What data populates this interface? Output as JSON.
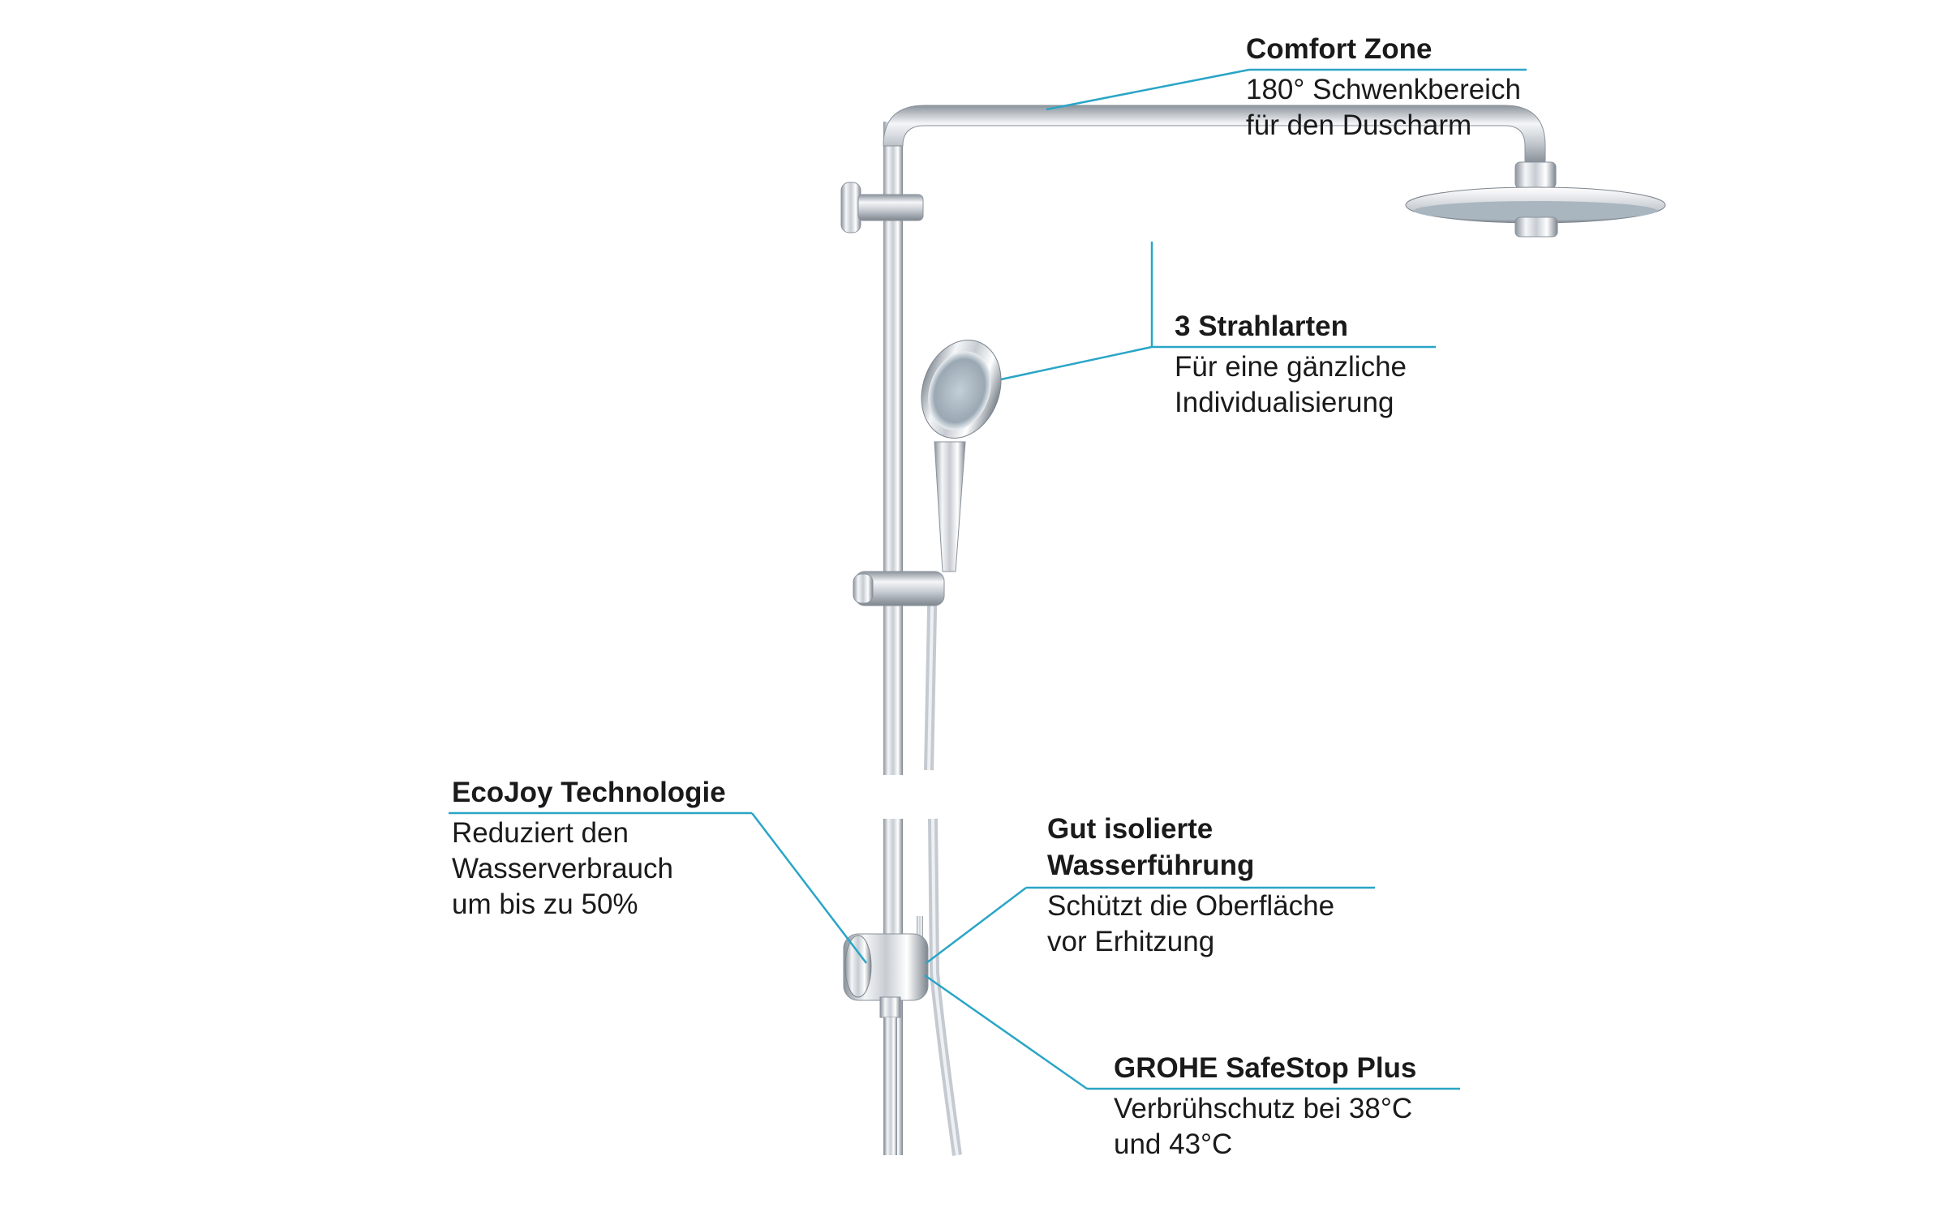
{
  "colors": {
    "accent": "#29a5c6"
  },
  "callouts": {
    "comfort_zone": {
      "title": "Comfort Zone",
      "lines": [
        "180° Schwenkbereich",
        "für den Duscharm"
      ]
    },
    "strahlarten": {
      "title": "3 Strahlarten",
      "lines": [
        "Für eine gänzliche",
        "Individualisierung"
      ]
    },
    "ecojoy": {
      "title": "EcoJoy Technologie",
      "lines": [
        "Reduziert den",
        "Wasserverbrauch",
        "um bis zu 50%"
      ]
    },
    "isolierte": {
      "title_lines": [
        "Gut isolierte",
        "Wasserführung"
      ],
      "lines": [
        "Schützt die Oberfläche",
        "vor Erhitzung"
      ]
    },
    "safestop": {
      "title": "GROHE SafeStop Plus",
      "lines": [
        "Verbrühschutz bei 38°C",
        "und 43°C"
      ]
    }
  }
}
